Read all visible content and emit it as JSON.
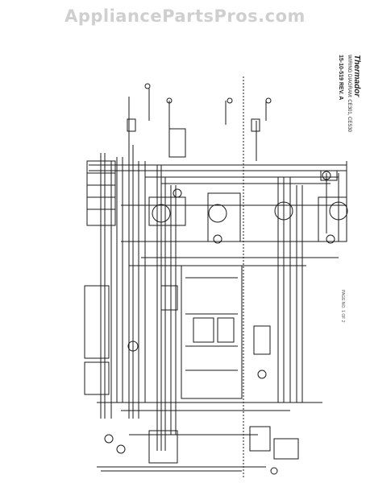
{
  "watermark": "AppliancePartsPros.com",
  "title_block": {
    "brand": "Thermador",
    "title": "WIRING DIAGRAM: CE301, CES30",
    "doc_number": "15-10-519 REV. A",
    "page": "PAGE NO. 1 OF 2"
  },
  "colors": {
    "ink": "#1a1a1a",
    "watermark": "#cfcfcf",
    "paper": "#ffffff"
  }
}
